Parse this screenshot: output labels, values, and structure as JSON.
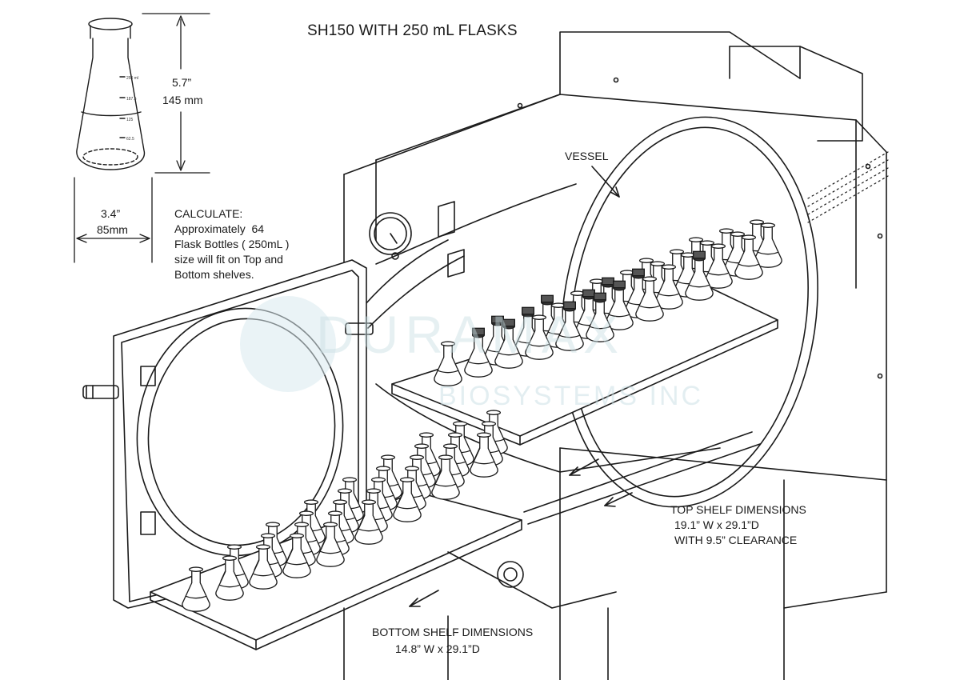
{
  "title": "SH150 WITH 250 mL FLASKS",
  "flask_height": {
    "inches": "5.7”",
    "mm": "145 mm"
  },
  "flask_width": {
    "inches": "3.4”",
    "mm": "85mm"
  },
  "flask_graduations": [
    "250 ml",
    "187.5",
    "125",
    "62.5"
  ],
  "calculate": {
    "heading": "CALCULATE:",
    "lines": [
      "Approximately  64",
      "Flask Bottles ( 250mL )",
      "size will fit on Top and",
      "Bottom shelves."
    ]
  },
  "vessel_label": "VESSEL",
  "top_shelf": {
    "heading": "TOP SHELF DIMENSIONS",
    "size": "19.1” W x 29.1”D",
    "clearance": "WITH 9.5” CLEARANCE"
  },
  "bottom_shelf": {
    "heading": "BOTTOM SHELF DIMENSIONS",
    "size": "14.8” W x 29.1”D"
  },
  "watermark": {
    "line1": "DURAMAX",
    "line2": "BIOSYSTEMS INC"
  },
  "colors": {
    "line": "#1a1a1a",
    "watermark": "#c9dfe4",
    "background": "#ffffff"
  }
}
